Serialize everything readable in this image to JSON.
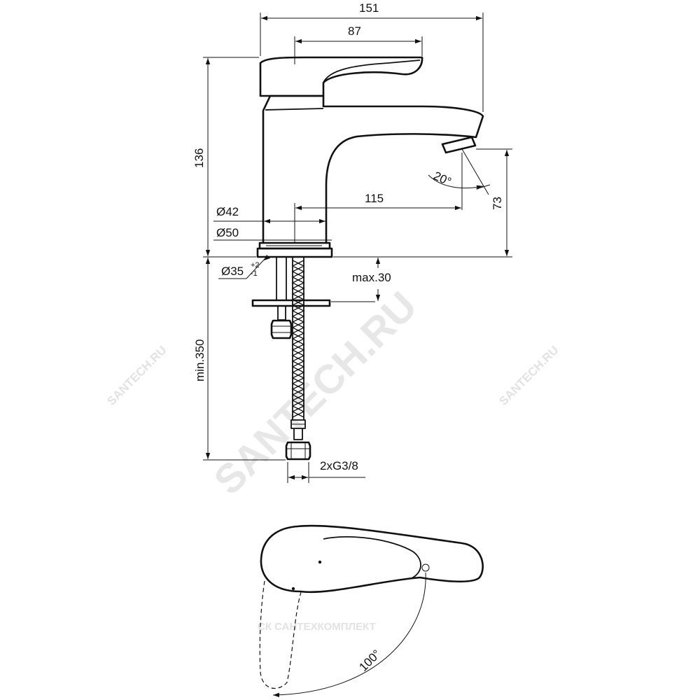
{
  "dimensions": {
    "total_width": "151",
    "lever_length": "87",
    "height": "136",
    "spout_angle": "20°",
    "spout_reach": "115",
    "spout_height": "73",
    "body_diameter": "Ø42",
    "base_diameter": "Ø50",
    "hole_diameter": "Ø35",
    "hole_tol_plus": "+2",
    "hole_tol_minus": "-1",
    "max_thickness": "max.30",
    "hose_length": "min.350",
    "connection": "2xG3/8",
    "lever_rotation": "100°"
  },
  "watermarks": {
    "main": "SANTECH.RU",
    "left": "SANTECH.RU",
    "right": "SANTECH.RU",
    "brand": "СК САНТЕХКОМПЛЕКТ"
  }
}
